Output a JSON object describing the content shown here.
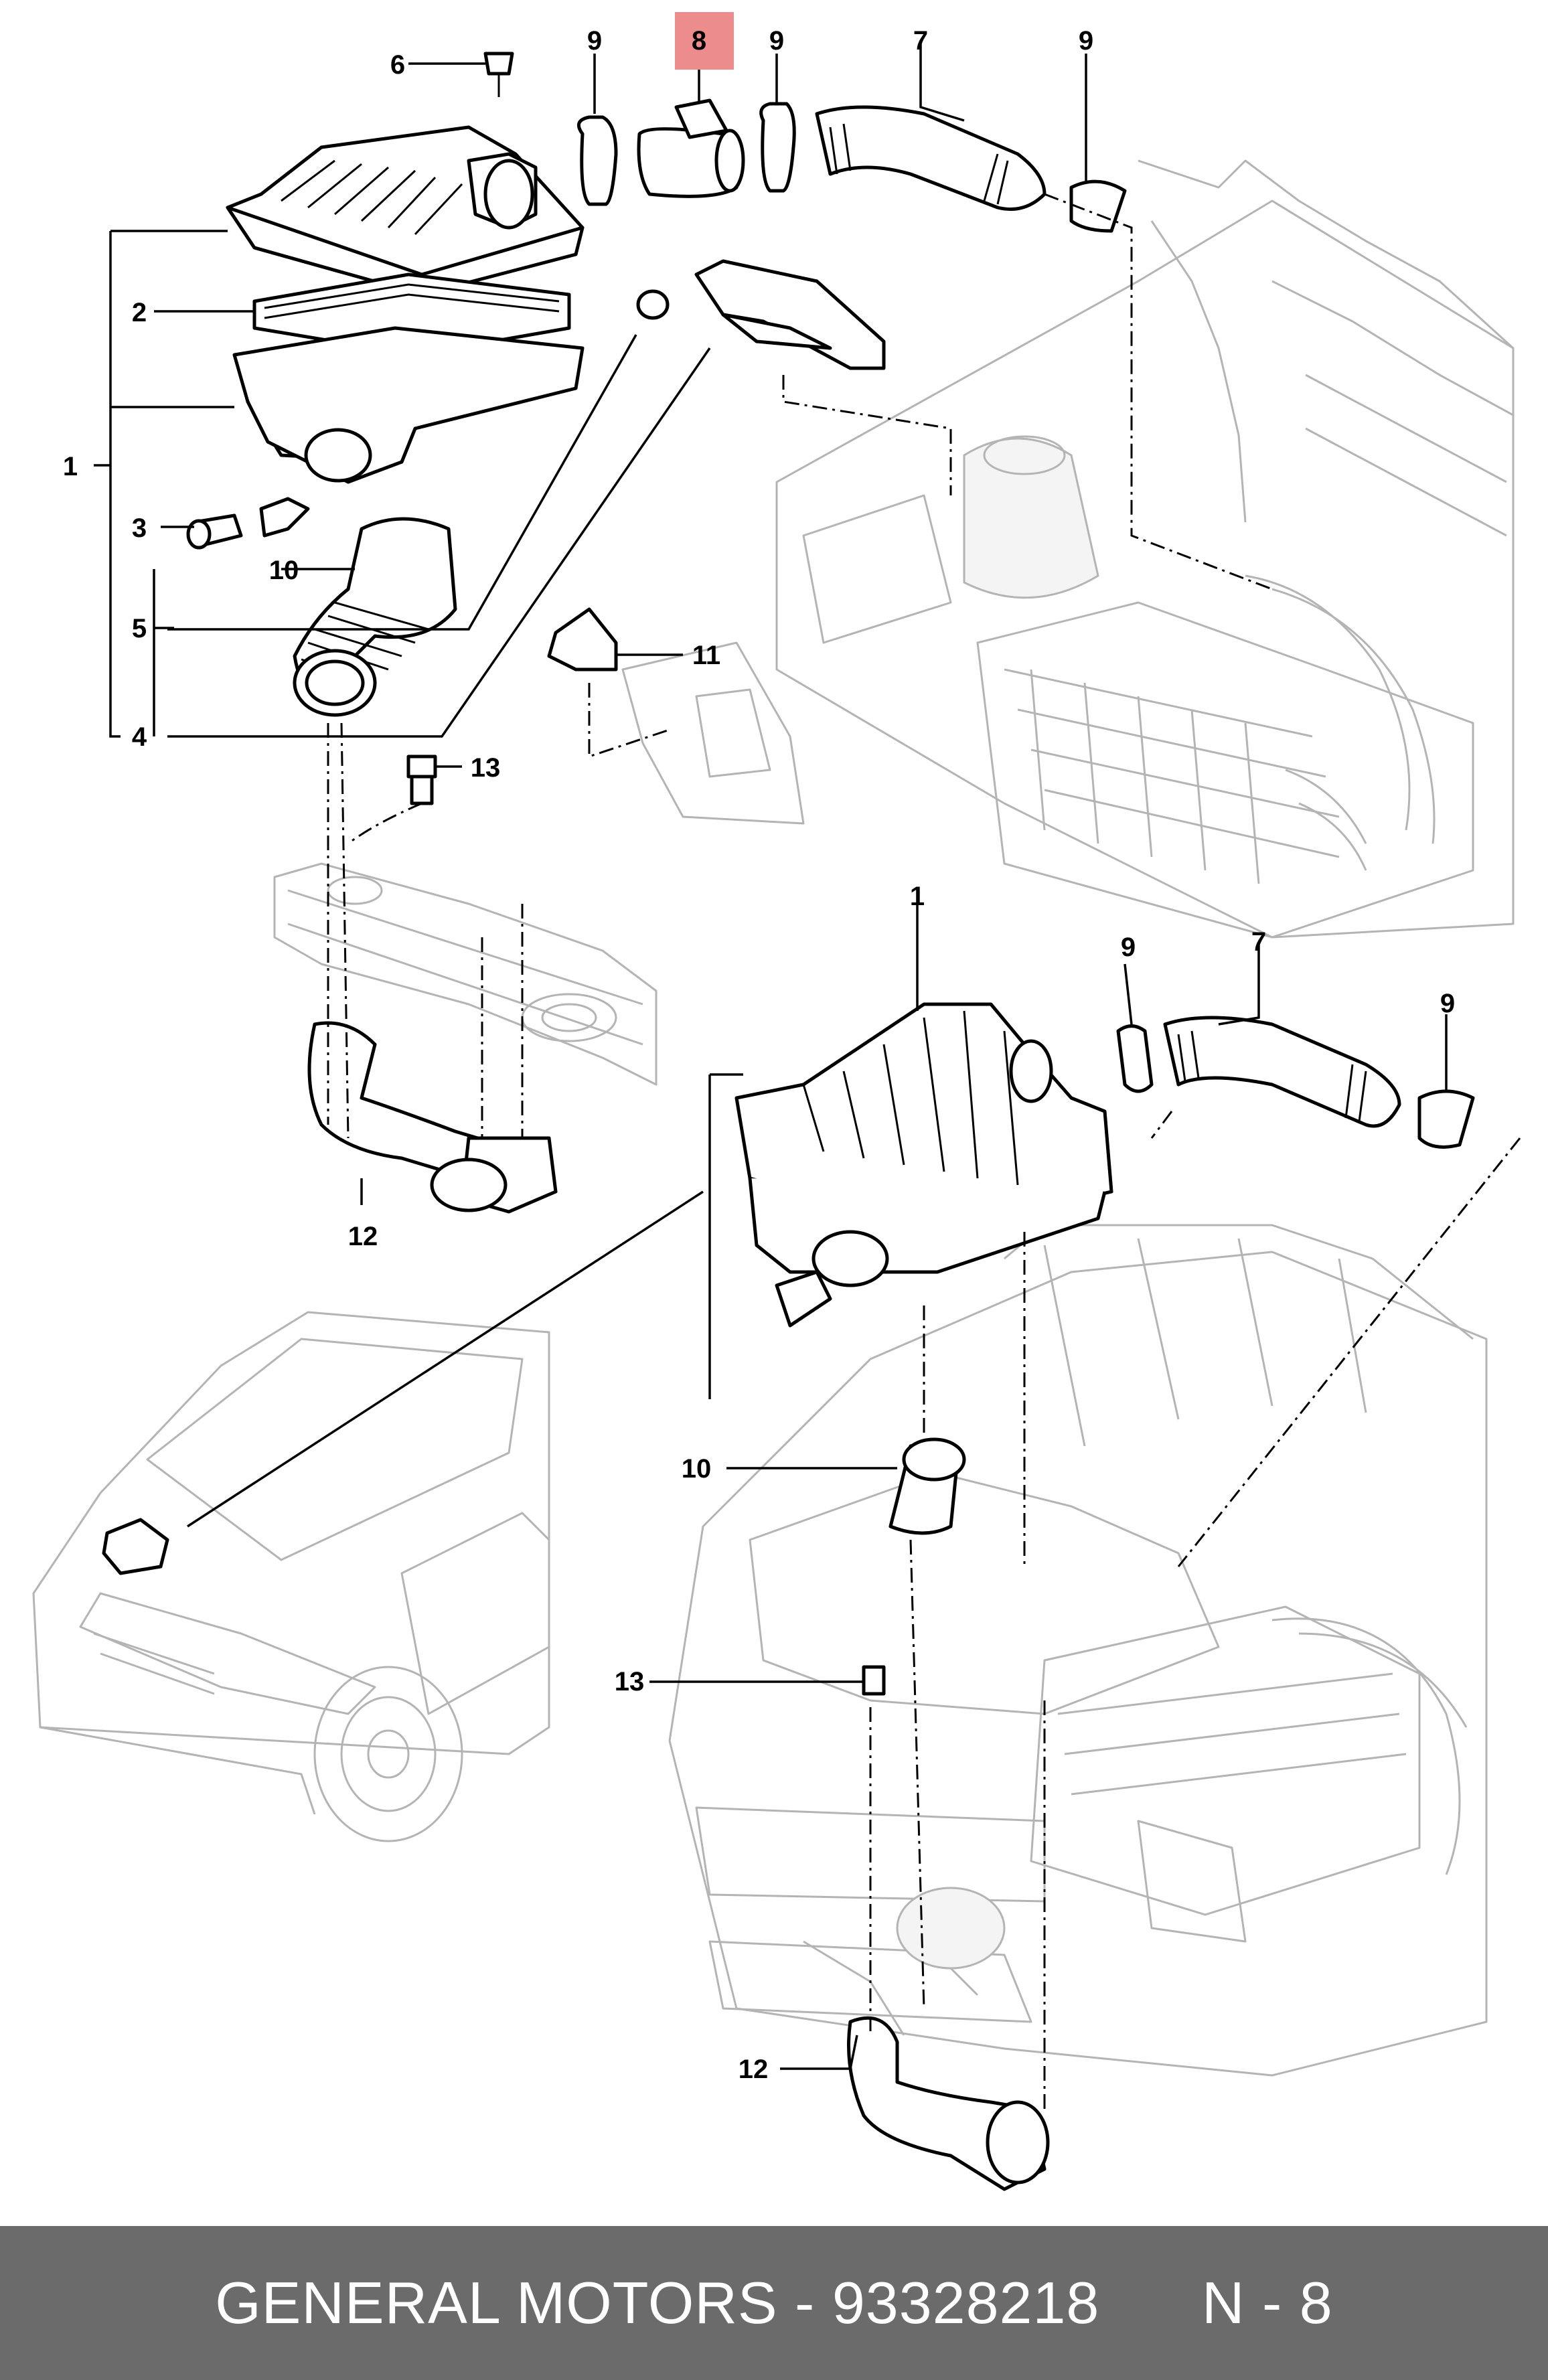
{
  "diagram": {
    "callouts": {
      "upper_1": "1",
      "upper_2": "2",
      "upper_3": "3",
      "upper_4": "4",
      "upper_5": "5",
      "upper_6": "6",
      "upper_7": "7",
      "upper_8": "8",
      "upper_9a": "9",
      "upper_9b": "9",
      "upper_9c": "9",
      "upper_10": "10",
      "upper_11": "11",
      "upper_12": "12",
      "upper_13": "13",
      "lower_1": "1",
      "lower_7": "7",
      "lower_9a": "9",
      "lower_9b": "9",
      "lower_10": "10",
      "lower_12": "12",
      "lower_13": "13"
    },
    "highlighted_part": "8",
    "highlight_color": "#ec8c8c"
  },
  "footer": {
    "brand": "GENERAL MOTORS",
    "separator": " - ",
    "part_number": "93328218",
    "position_label": "N - 8",
    "background": "#6b6b6b"
  }
}
